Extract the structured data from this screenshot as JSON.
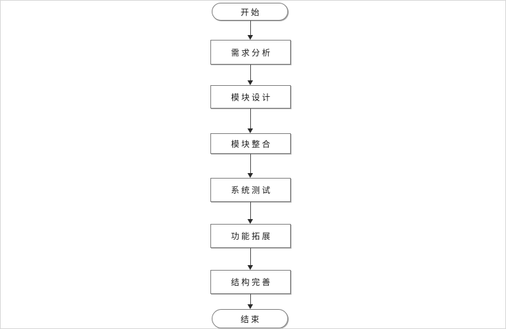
{
  "diagram": {
    "type": "flowchart",
    "direction": "top-to-bottom",
    "nodes": [
      {
        "id": "start",
        "shape": "terminator",
        "label": "开始"
      },
      {
        "id": "requirement-analysis",
        "shape": "process",
        "label": "需求分析"
      },
      {
        "id": "module-design",
        "shape": "process",
        "label": "模块设计"
      },
      {
        "id": "module-integration",
        "shape": "process",
        "label": "模块整合"
      },
      {
        "id": "system-test",
        "shape": "process",
        "label": "系统测试"
      },
      {
        "id": "function-expansion",
        "shape": "process",
        "label": "功能拓展"
      },
      {
        "id": "structure-refinement",
        "shape": "process",
        "label": "结构完善"
      },
      {
        "id": "end",
        "shape": "terminator",
        "label": "结束"
      }
    ],
    "edges": [
      {
        "from": "start",
        "to": "requirement-analysis"
      },
      {
        "from": "requirement-analysis",
        "to": "module-design"
      },
      {
        "from": "module-design",
        "to": "module-integration"
      },
      {
        "from": "module-integration",
        "to": "system-test"
      },
      {
        "from": "system-test",
        "to": "function-expansion"
      },
      {
        "from": "function-expansion",
        "to": "structure-refinement"
      },
      {
        "from": "structure-refinement",
        "to": "end"
      }
    ],
    "colors": {
      "background": "#ffffff",
      "node_fill": "#ffffff",
      "node_border": "#7d7d7d",
      "node_shadow": "#6e6e6e",
      "arrow": "#2b2b2b",
      "text": "#1a1a1a"
    }
  }
}
